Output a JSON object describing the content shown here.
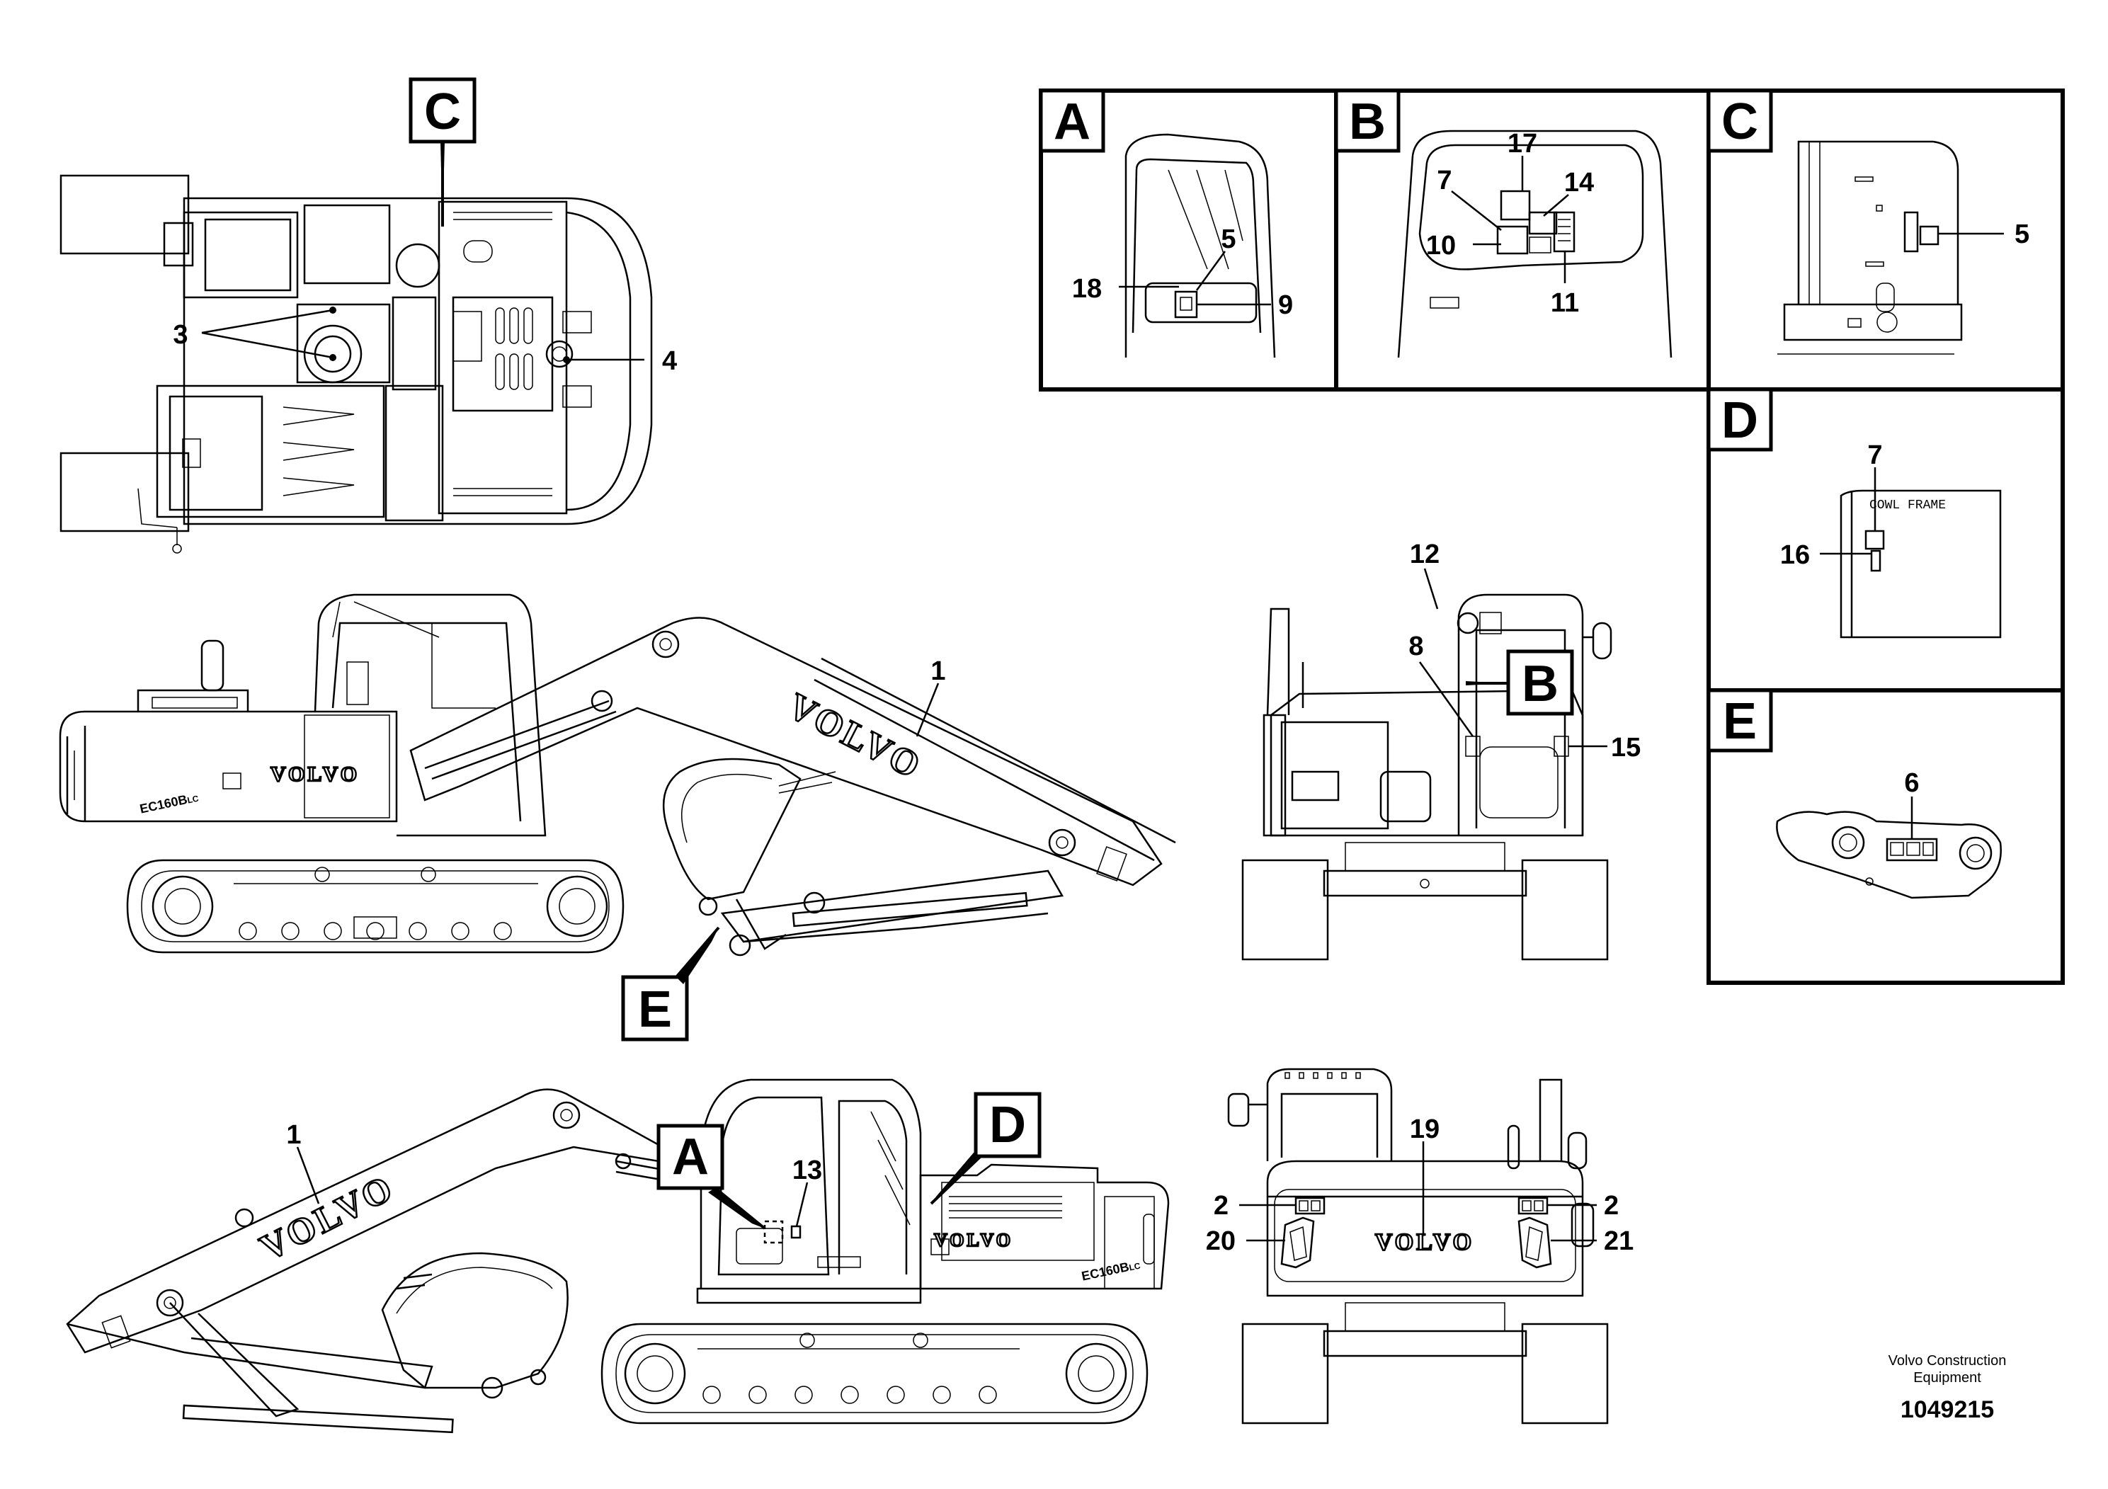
{
  "view_letters": {
    "A": "A",
    "B": "B",
    "C": "C",
    "D": "D",
    "E": "E"
  },
  "callouts": {
    "n1": "1",
    "n2": "2",
    "n3": "3",
    "n4": "4",
    "n5": "5",
    "n6": "6",
    "n7": "7",
    "n8": "8",
    "n9": "9",
    "n10": "10",
    "n11": "11",
    "n12": "12",
    "n13": "13",
    "n14": "14",
    "n15": "15",
    "n16": "16",
    "n17": "17",
    "n18": "18",
    "n19": "19",
    "n20": "20",
    "n21": "21"
  },
  "decal_text": {
    "brand": "VOLVO",
    "model": "EC160B",
    "model_suffix": "LC",
    "cowl_frame": "COWL FRAME"
  },
  "footer": {
    "maker_line1": "Volvo Construction",
    "maker_line2": "Equipment",
    "doc_number": "1049215"
  }
}
